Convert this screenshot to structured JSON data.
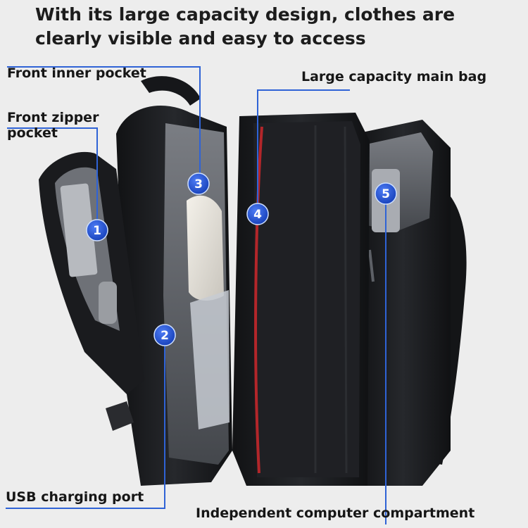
{
  "headline": "With its large capacity design, clothes are clearly visible and easy to access",
  "callouts": [
    {
      "number": "1",
      "label": "Front zipper pocket"
    },
    {
      "number": "2",
      "label": "USB charging port"
    },
    {
      "number": "3",
      "label": "Front inner pocket"
    },
    {
      "number": "4",
      "label": "Large capacity main bag"
    },
    {
      "number": "5",
      "label": "Independent computer compartment"
    }
  ],
  "colors": {
    "background": "#ededed",
    "bag_body": "#1b1c1f",
    "bag_lining": "#56595e",
    "accent_zipper": "#b3262a",
    "callout_line": "#2f63d6",
    "badge_fill": "#1e4fd4"
  }
}
